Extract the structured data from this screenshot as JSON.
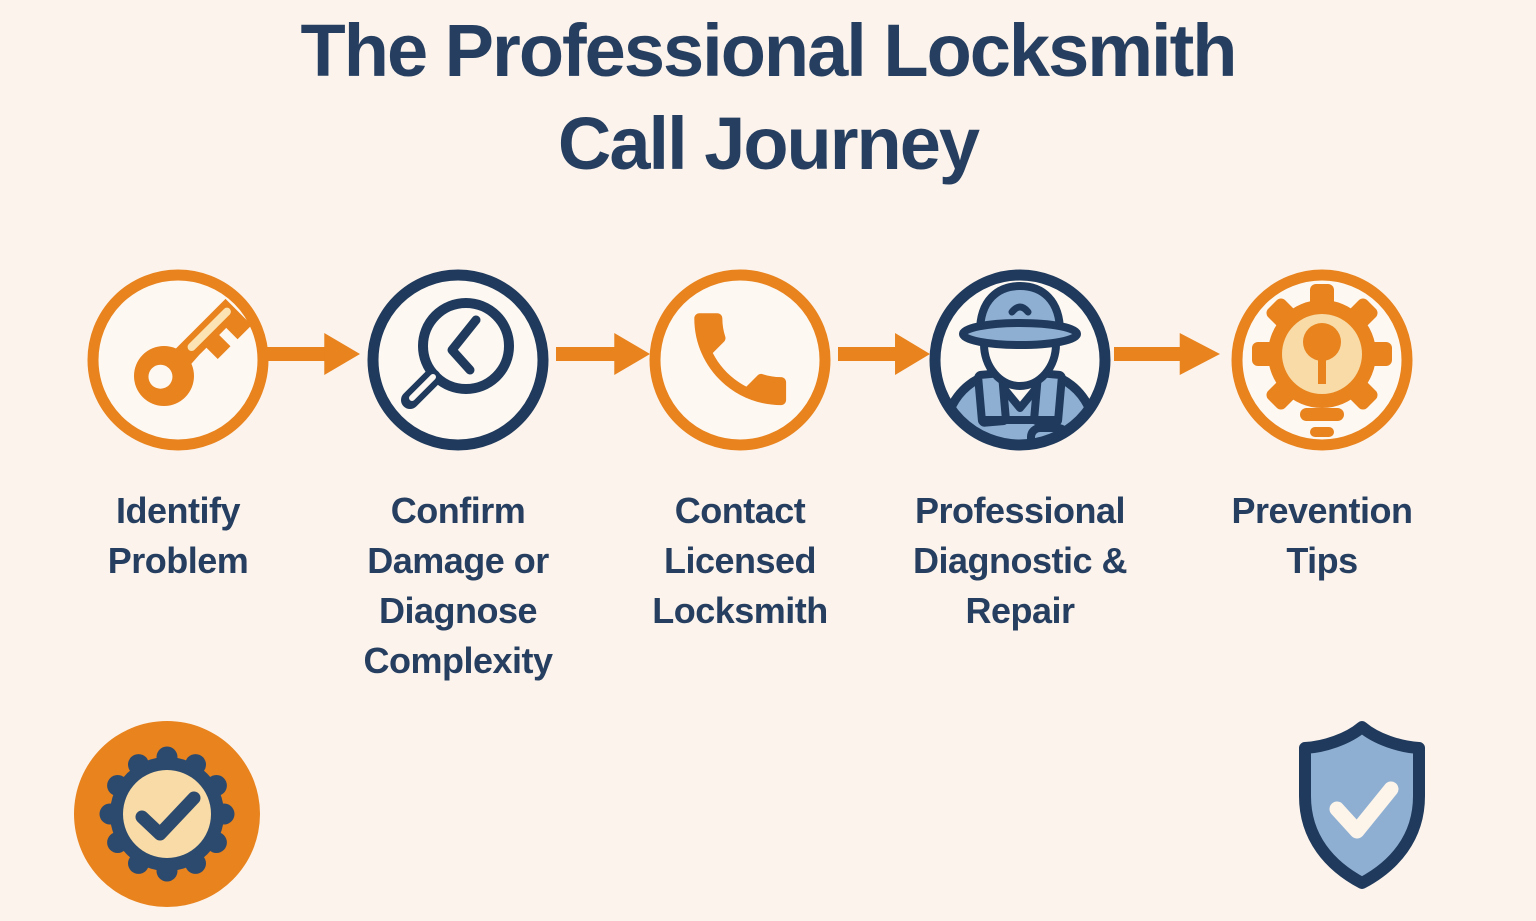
{
  "title": {
    "line1": "The Professional Locksmith",
    "line2": "Call Journey"
  },
  "steps": [
    {
      "label": "Identify Problem",
      "icon": "key-icon",
      "accent": "orange"
    },
    {
      "label": "Confirm Damage or Diagnose Complexity",
      "icon": "magnifier-clock-icon",
      "accent": "navy"
    },
    {
      "label": "Contact Licensed Locksmith",
      "icon": "phone-icon",
      "accent": "orange"
    },
    {
      "label": "Professional Diagnostic & Repair",
      "icon": "technician-icon",
      "accent": "navy"
    },
    {
      "label": "Prevention Tips",
      "icon": "gear-lightbulb-icon",
      "accent": "orange"
    }
  ],
  "arrows": {
    "count": 4,
    "icon": "flow-arrow-icon",
    "direction": "right"
  },
  "footer": {
    "left_icon": "certified-check-badge-icon",
    "right_icon": "security-shield-check-icon"
  },
  "colors": {
    "background": "#fcf3ec",
    "orange": "#e8831e",
    "navy_text": "#263f60",
    "navy_icon": "#1f3a5c",
    "steel_blue": "#8fafd2",
    "cream_accent": "#f8dba6"
  }
}
